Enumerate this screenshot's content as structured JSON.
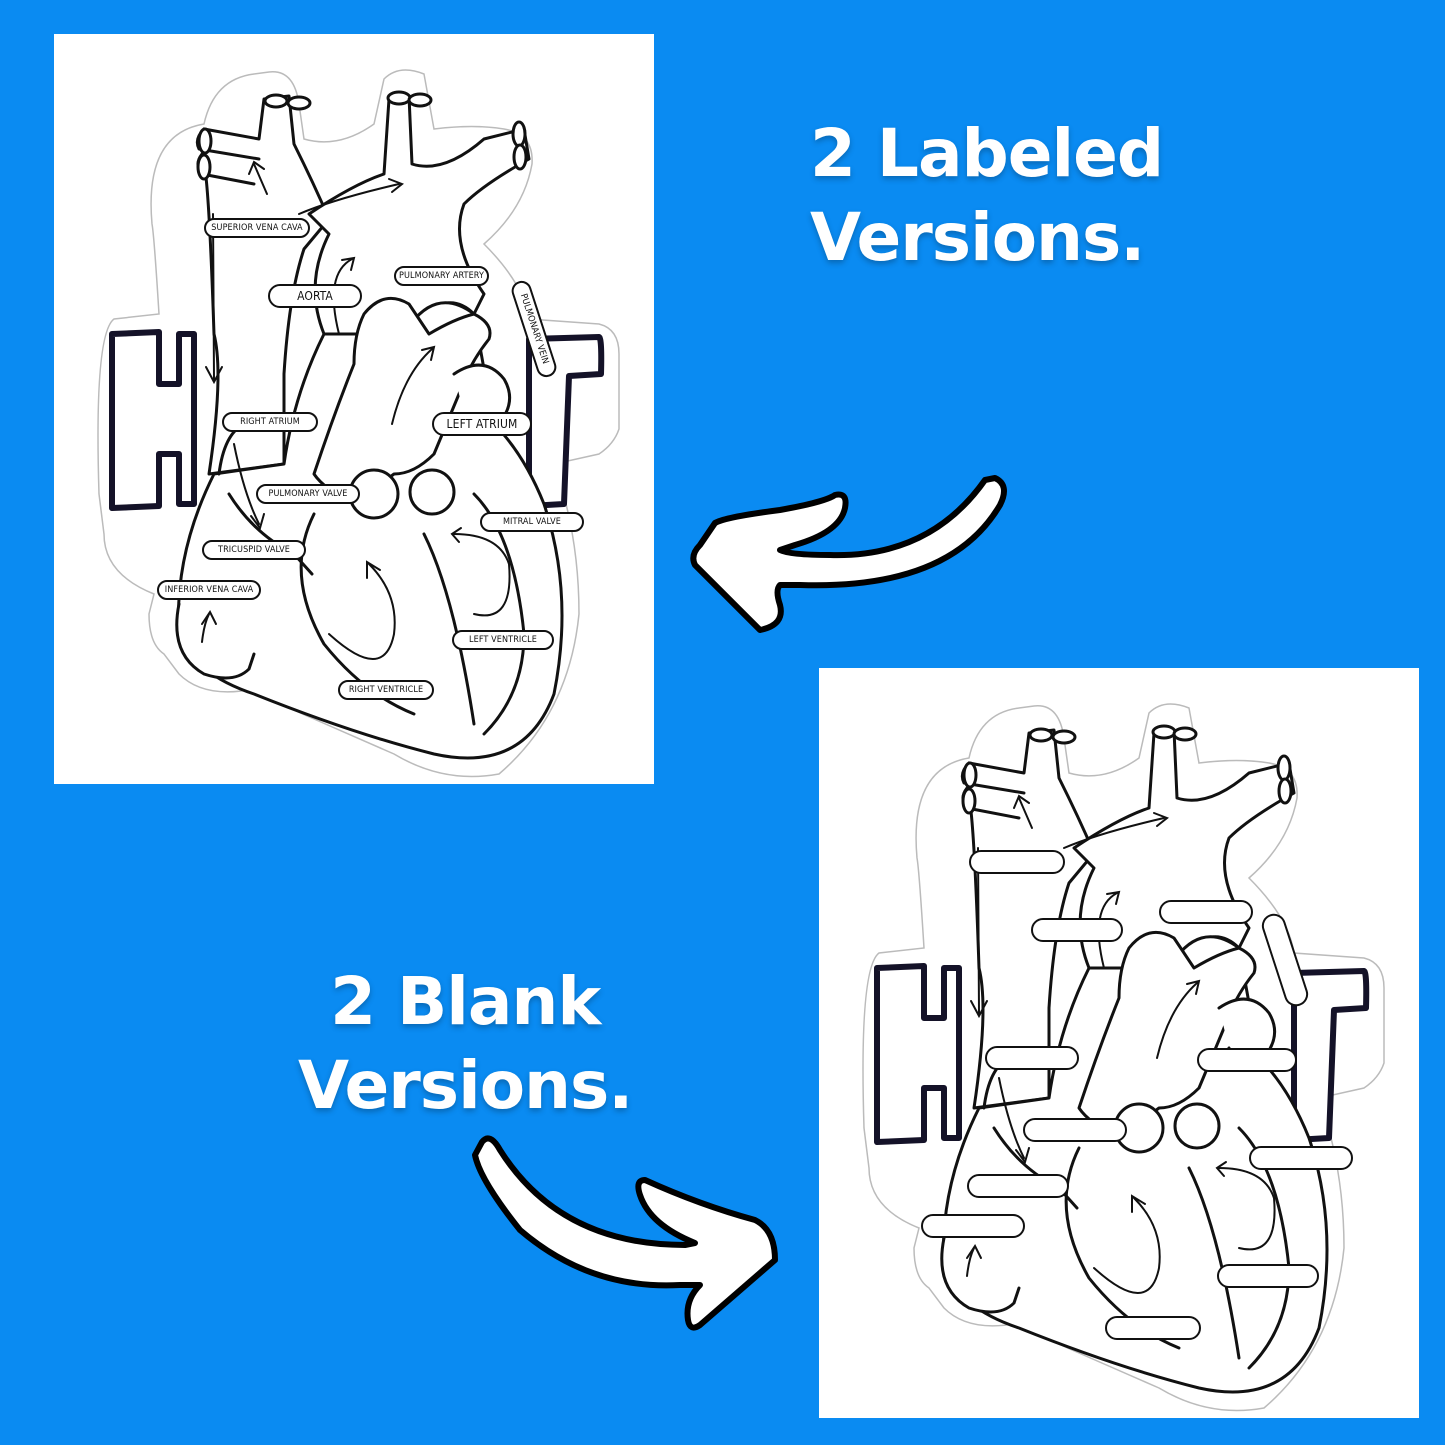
{
  "colors": {
    "background": "#0a8bf2",
    "panel": "#ffffff",
    "outline": "#111111",
    "letter_outline": "#141228",
    "headline_text": "#ffffff"
  },
  "headlines": {
    "labeled": {
      "line1": "2 Labeled",
      "line2": "Versions."
    },
    "blank": {
      "line1": "2 Blank",
      "line2": "Versions."
    }
  },
  "arrows": [
    {
      "name": "curved-arrow-left",
      "direction": "left",
      "points_to": "labeled-panel"
    },
    {
      "name": "curved-arrow-right",
      "direction": "right",
      "points_to": "blank-panel"
    }
  ],
  "background_word": "HEART",
  "panels": {
    "labeled": {
      "title": "Labeled heart diagram",
      "labels": [
        {
          "id": "superior-vena-cava",
          "text": "SUPERIOR VENA CAVA"
        },
        {
          "id": "aorta",
          "text": "AORTA"
        },
        {
          "id": "pulmonary-artery",
          "text": "PULMONARY ARTERY"
        },
        {
          "id": "pulmonary-vein",
          "text": "PULMONARY VEIN"
        },
        {
          "id": "right-atrium",
          "text": "RIGHT ATRIUM"
        },
        {
          "id": "left-atrium",
          "text": "LEFT ATRIUM"
        },
        {
          "id": "pulmonary-valve",
          "text": "PULMONARY VALVE"
        },
        {
          "id": "mitral-valve",
          "text": "MITRAL VALVE"
        },
        {
          "id": "tricuspid-valve",
          "text": "TRICUSPID VALVE"
        },
        {
          "id": "inferior-vena-cava",
          "text": "INFERIOR VENA CAVA"
        },
        {
          "id": "left-ventricle",
          "text": "LEFT VENTRICLE"
        },
        {
          "id": "right-ventricle",
          "text": "RIGHT VENTRICLE"
        }
      ]
    },
    "blank": {
      "title": "Blank heart diagram",
      "labels": [
        {
          "id": "superior-vena-cava",
          "text": ""
        },
        {
          "id": "aorta",
          "text": ""
        },
        {
          "id": "pulmonary-artery",
          "text": ""
        },
        {
          "id": "pulmonary-vein",
          "text": ""
        },
        {
          "id": "right-atrium",
          "text": ""
        },
        {
          "id": "left-atrium",
          "text": ""
        },
        {
          "id": "pulmonary-valve",
          "text": ""
        },
        {
          "id": "mitral-valve",
          "text": ""
        },
        {
          "id": "tricuspid-valve",
          "text": ""
        },
        {
          "id": "inferior-vena-cava",
          "text": ""
        },
        {
          "id": "left-ventricle",
          "text": ""
        },
        {
          "id": "right-ventricle",
          "text": ""
        }
      ]
    }
  }
}
